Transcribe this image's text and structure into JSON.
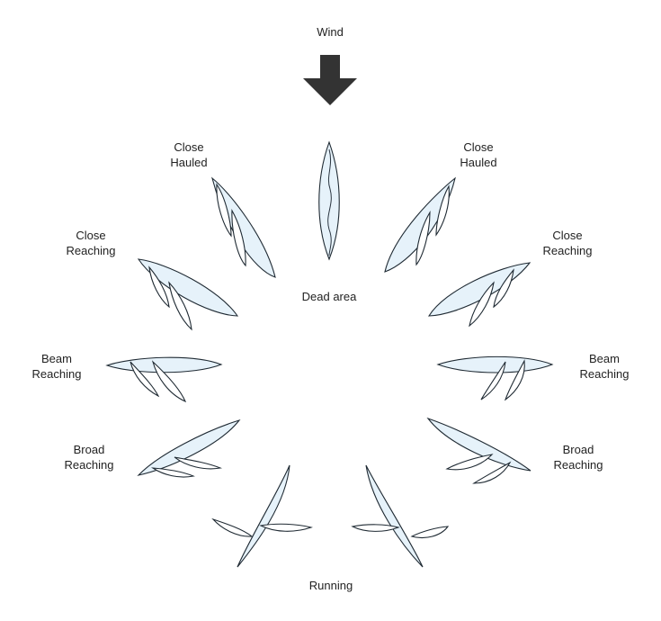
{
  "diagram": {
    "wind": {
      "label": "Wind",
      "arrow_color": "#333333"
    },
    "dead_area": "Dead area",
    "running": "Running",
    "colors": {
      "hull_fill": "#e6f2fa",
      "sail_fill": "#ffffff",
      "outline": "#1f2a33"
    },
    "points_of_sail": {
      "close_hauled_left": [
        "Close",
        "Hauled"
      ],
      "close_hauled_right": [
        "Close",
        "Hauled"
      ],
      "close_reaching_left": [
        "Close",
        "Reaching"
      ],
      "close_reaching_right": [
        "Close",
        "Reaching"
      ],
      "beam_reaching_left": [
        "Beam",
        "Reaching"
      ],
      "beam_reaching_right": [
        "Beam",
        "Reaching"
      ],
      "broad_reaching_left": [
        "Broad",
        "Reaching"
      ],
      "broad_reaching_right": [
        "Broad",
        "Reaching"
      ]
    }
  }
}
